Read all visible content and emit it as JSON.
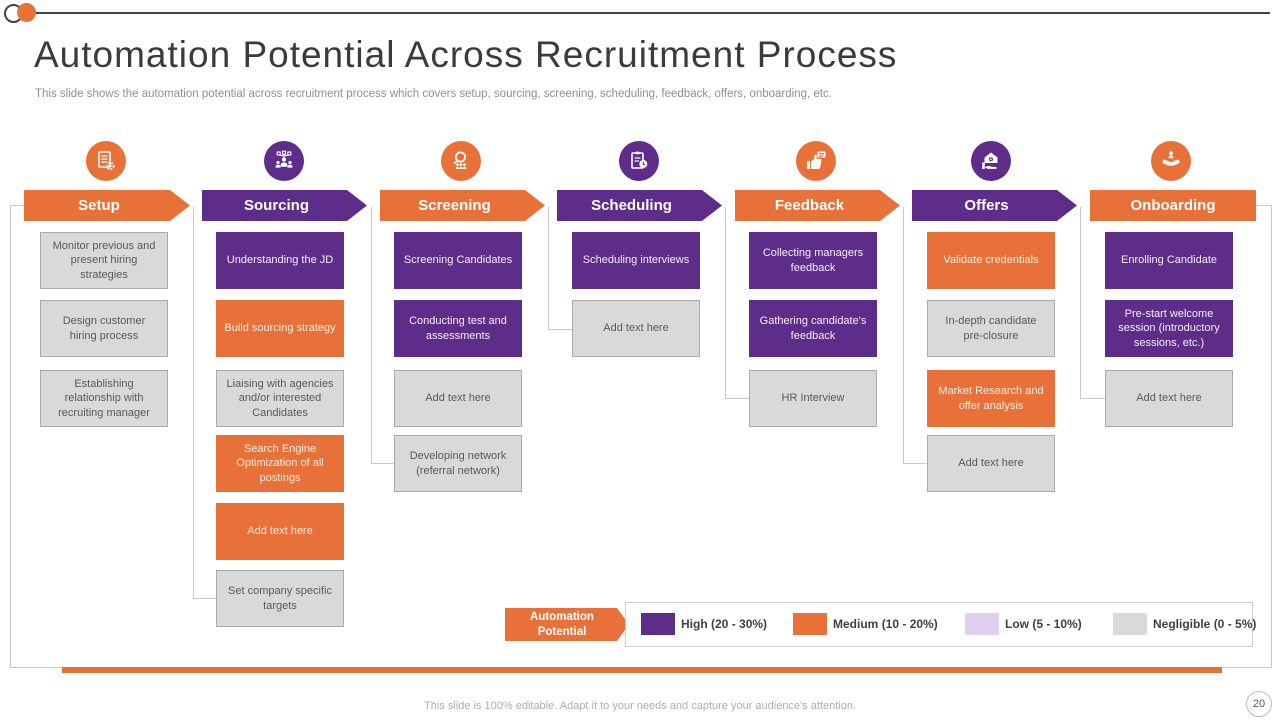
{
  "slide": {
    "title": "Automation Potential Across Recruitment Process",
    "subtitle": "This slide shows the automation potential across recruitment process which covers setup, sourcing, screening, scheduling, feedback, offers, onboarding, etc.",
    "footer_note": "This slide is 100% editable. Adapt it to your needs and capture your audience's attention.",
    "page_number": "20"
  },
  "colors": {
    "orange_medium": "#E8713A",
    "purple_high": "#5E2D8A",
    "lavender_low": "#DFD0EF",
    "gray_negligible": "#D9D9D9",
    "top_line": "#443E52"
  },
  "columns": [
    {
      "name": "Setup",
      "icon": "checklist-gear-icon",
      "accent": "orange",
      "boxes": [
        {
          "label": "Monitor previous and present hiring strategies",
          "level": "negligible"
        },
        {
          "label": "Design customer hiring process",
          "level": "negligible"
        },
        {
          "label": "Establishing relationship with recruiting manager",
          "level": "negligible"
        }
      ]
    },
    {
      "name": "Sourcing",
      "icon": "people-network-icon",
      "accent": "purple",
      "boxes": [
        {
          "label": "Understanding the JD",
          "level": "high"
        },
        {
          "label": "Build sourcing strategy",
          "level": "medium"
        },
        {
          "label": "Liaising with agencies and/or interested Candidates",
          "level": "negligible"
        },
        {
          "label": "Search Engine Optimization of all postings",
          "level": "medium"
        },
        {
          "label": "Add text here",
          "level": "medium"
        },
        {
          "label": "Set company specific targets",
          "level": "negligible"
        }
      ]
    },
    {
      "name": "Screening",
      "icon": "search-candidates-icon",
      "accent": "orange",
      "boxes": [
        {
          "label": "Screening Candidates",
          "level": "high"
        },
        {
          "label": "Conducting test and assessments",
          "level": "high"
        },
        {
          "label": "Add text here",
          "level": "negligible"
        },
        {
          "label": "Developing network (referral network)",
          "level": "negligible"
        }
      ]
    },
    {
      "name": "Scheduling",
      "icon": "clipboard-clock-icon",
      "accent": "purple",
      "boxes": [
        {
          "label": "Scheduling interviews",
          "level": "high"
        },
        {
          "label": "Add text here",
          "level": "negligible"
        }
      ]
    },
    {
      "name": "Feedback",
      "icon": "thumbs-up-feedback-icon",
      "accent": "orange",
      "boxes": [
        {
          "label": "Collecting managers feedback",
          "level": "high"
        },
        {
          "label": "Gathering candidate's feedback",
          "level": "high"
        },
        {
          "label": "HR Interview",
          "level": "negligible"
        }
      ]
    },
    {
      "name": "Offers",
      "icon": "hand-offer-icon",
      "accent": "purple",
      "boxes": [
        {
          "label": "Validate credentials",
          "level": "medium"
        },
        {
          "label": "In-depth candidate pre-closure",
          "level": "negligible"
        },
        {
          "label": "Market Research and offer analysis",
          "level": "medium"
        },
        {
          "label": "Add text here",
          "level": "negligible"
        }
      ]
    },
    {
      "name": "Onboarding",
      "icon": "handshake-icon",
      "accent": "orange",
      "boxes": [
        {
          "label": "Enrolling Candidate",
          "level": "high"
        },
        {
          "label": "Pre-start welcome session (introductory sessions, etc.)",
          "level": "high"
        },
        {
          "label": "Add text here",
          "level": "negligible"
        }
      ]
    }
  ],
  "legend": {
    "banner": "Automation Potential",
    "items": [
      {
        "name": "High",
        "range": "(20 - 30%)",
        "level": "high"
      },
      {
        "name": "Medium",
        "range": "(10 - 20%)",
        "level": "medium"
      },
      {
        "name": "Low",
        "range": "(5 - 10%)",
        "level": "low"
      },
      {
        "name": "Negligible",
        "range": "(0 - 5%)",
        "level": "negligible"
      }
    ]
  }
}
